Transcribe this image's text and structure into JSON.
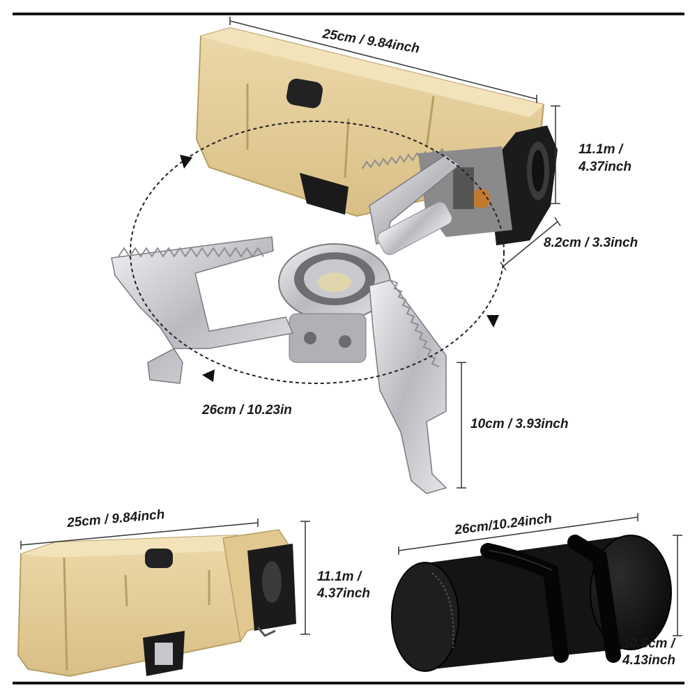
{
  "dimensions": {
    "top_length": "25cm / 9.84inch",
    "top_height_line1": "11.1m /",
    "top_height_line2": "4.37inch",
    "depth": "8.2cm / 3.3inch",
    "diameter": "26cm / 10.23in",
    "stove_height": "10cm / 3.93inch",
    "case_length": "25cm / 9.84inch",
    "case_height_line1": "11.1m /",
    "case_height_line2": "4.37inch",
    "bag_length": "26cm/10.24inch",
    "bag_height_line1": "10.5cm /",
    "bag_height_line2": "4.13inch"
  },
  "colors": {
    "case_tan": "#e3cc98",
    "case_shadow": "#c9ad72",
    "metal": "#c8c8cc",
    "bag_black": "#151515",
    "frame": "#111111"
  }
}
